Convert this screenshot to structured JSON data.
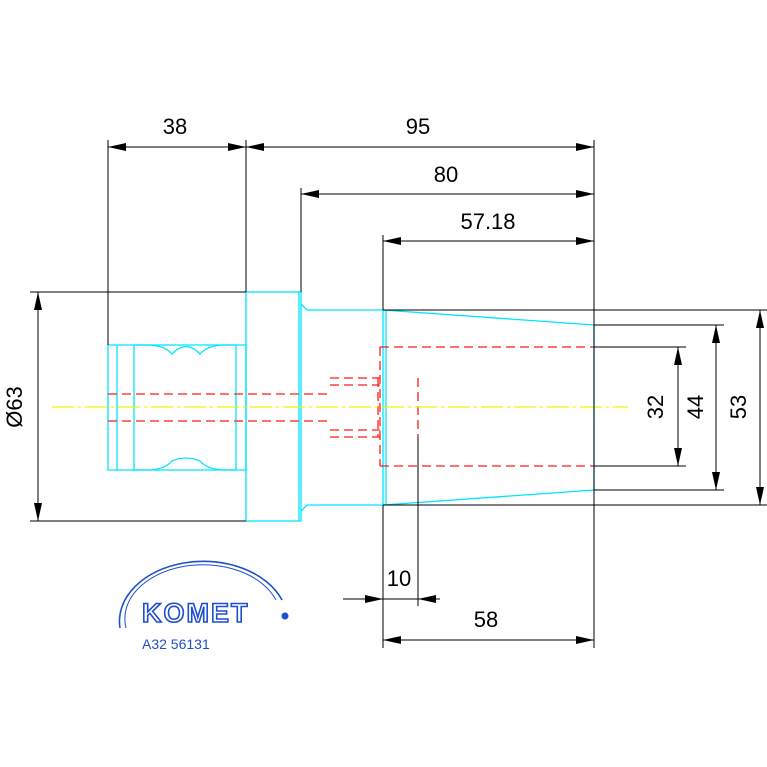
{
  "dimensions": {
    "d38": "38",
    "d95": "95",
    "d80": "80",
    "d57": "57.18",
    "d63": "Ø63",
    "d32": "32",
    "d44": "44",
    "d53": "53",
    "d10": "10",
    "d58": "58"
  },
  "logo": {
    "text": "KOMET"
  },
  "part_code": "A32 56131",
  "colors": {
    "outline": "#00e5ff",
    "hidden": "#ff1a1a",
    "centerline": "#f2f200",
    "dimension": "#000000",
    "brand": "#1f4fd0"
  }
}
